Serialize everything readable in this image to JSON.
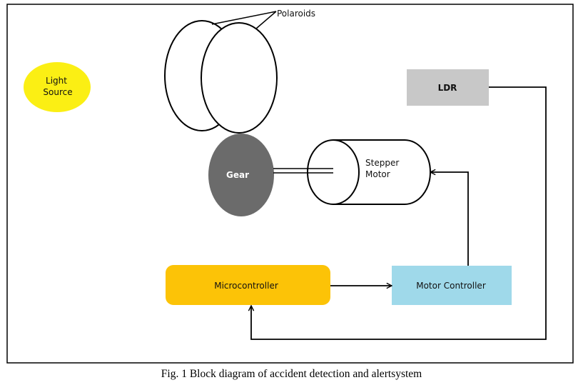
{
  "diagram": {
    "light_source": [
      "Light",
      "Source"
    ],
    "polaroids": "Polaroids",
    "ldr": "LDR",
    "gear": "Gear",
    "stepper_motor": [
      "Stepper",
      "Motor"
    ],
    "microcontroller": "Microcontroller",
    "motor_controller": "Motor Controller"
  },
  "caption": "Fig. 1 Block diagram of accident detection and alertsystem",
  "colors": {
    "light_source": "#fbef14",
    "ldr": "#c8c8c8",
    "gear": "#6b6b6b",
    "microcontroller": "#fcc307",
    "motor_controller": "#9fd9ea"
  }
}
